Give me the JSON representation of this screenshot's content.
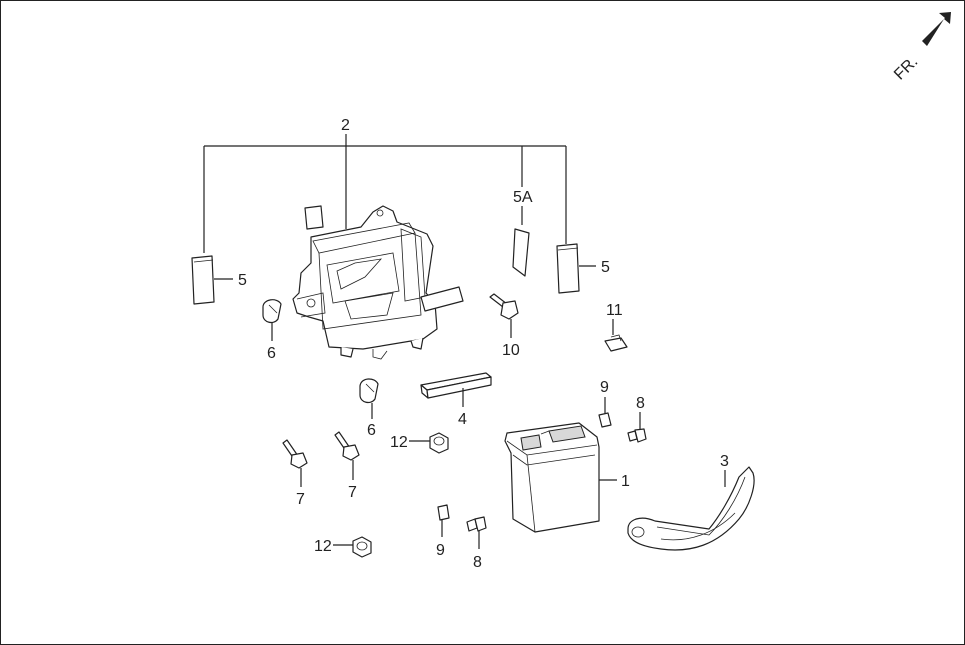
{
  "direction": {
    "label": "FR.",
    "icon": "front-arrow-icon"
  },
  "callouts": {
    "c1": "1",
    "c2": "2",
    "c3": "3",
    "c4": "4",
    "c5_left": "5",
    "c5_right": "5",
    "c5a": "5A",
    "c6_top": "6",
    "c6_bottom": "6",
    "c7_left": "7",
    "c7_right": "7",
    "c8_top": "8",
    "c8_bottom": "8",
    "c9_top": "9",
    "c9_bottom": "9",
    "c10": "10",
    "c11": "11",
    "c12_top": "12",
    "c12_bottom": "12"
  }
}
